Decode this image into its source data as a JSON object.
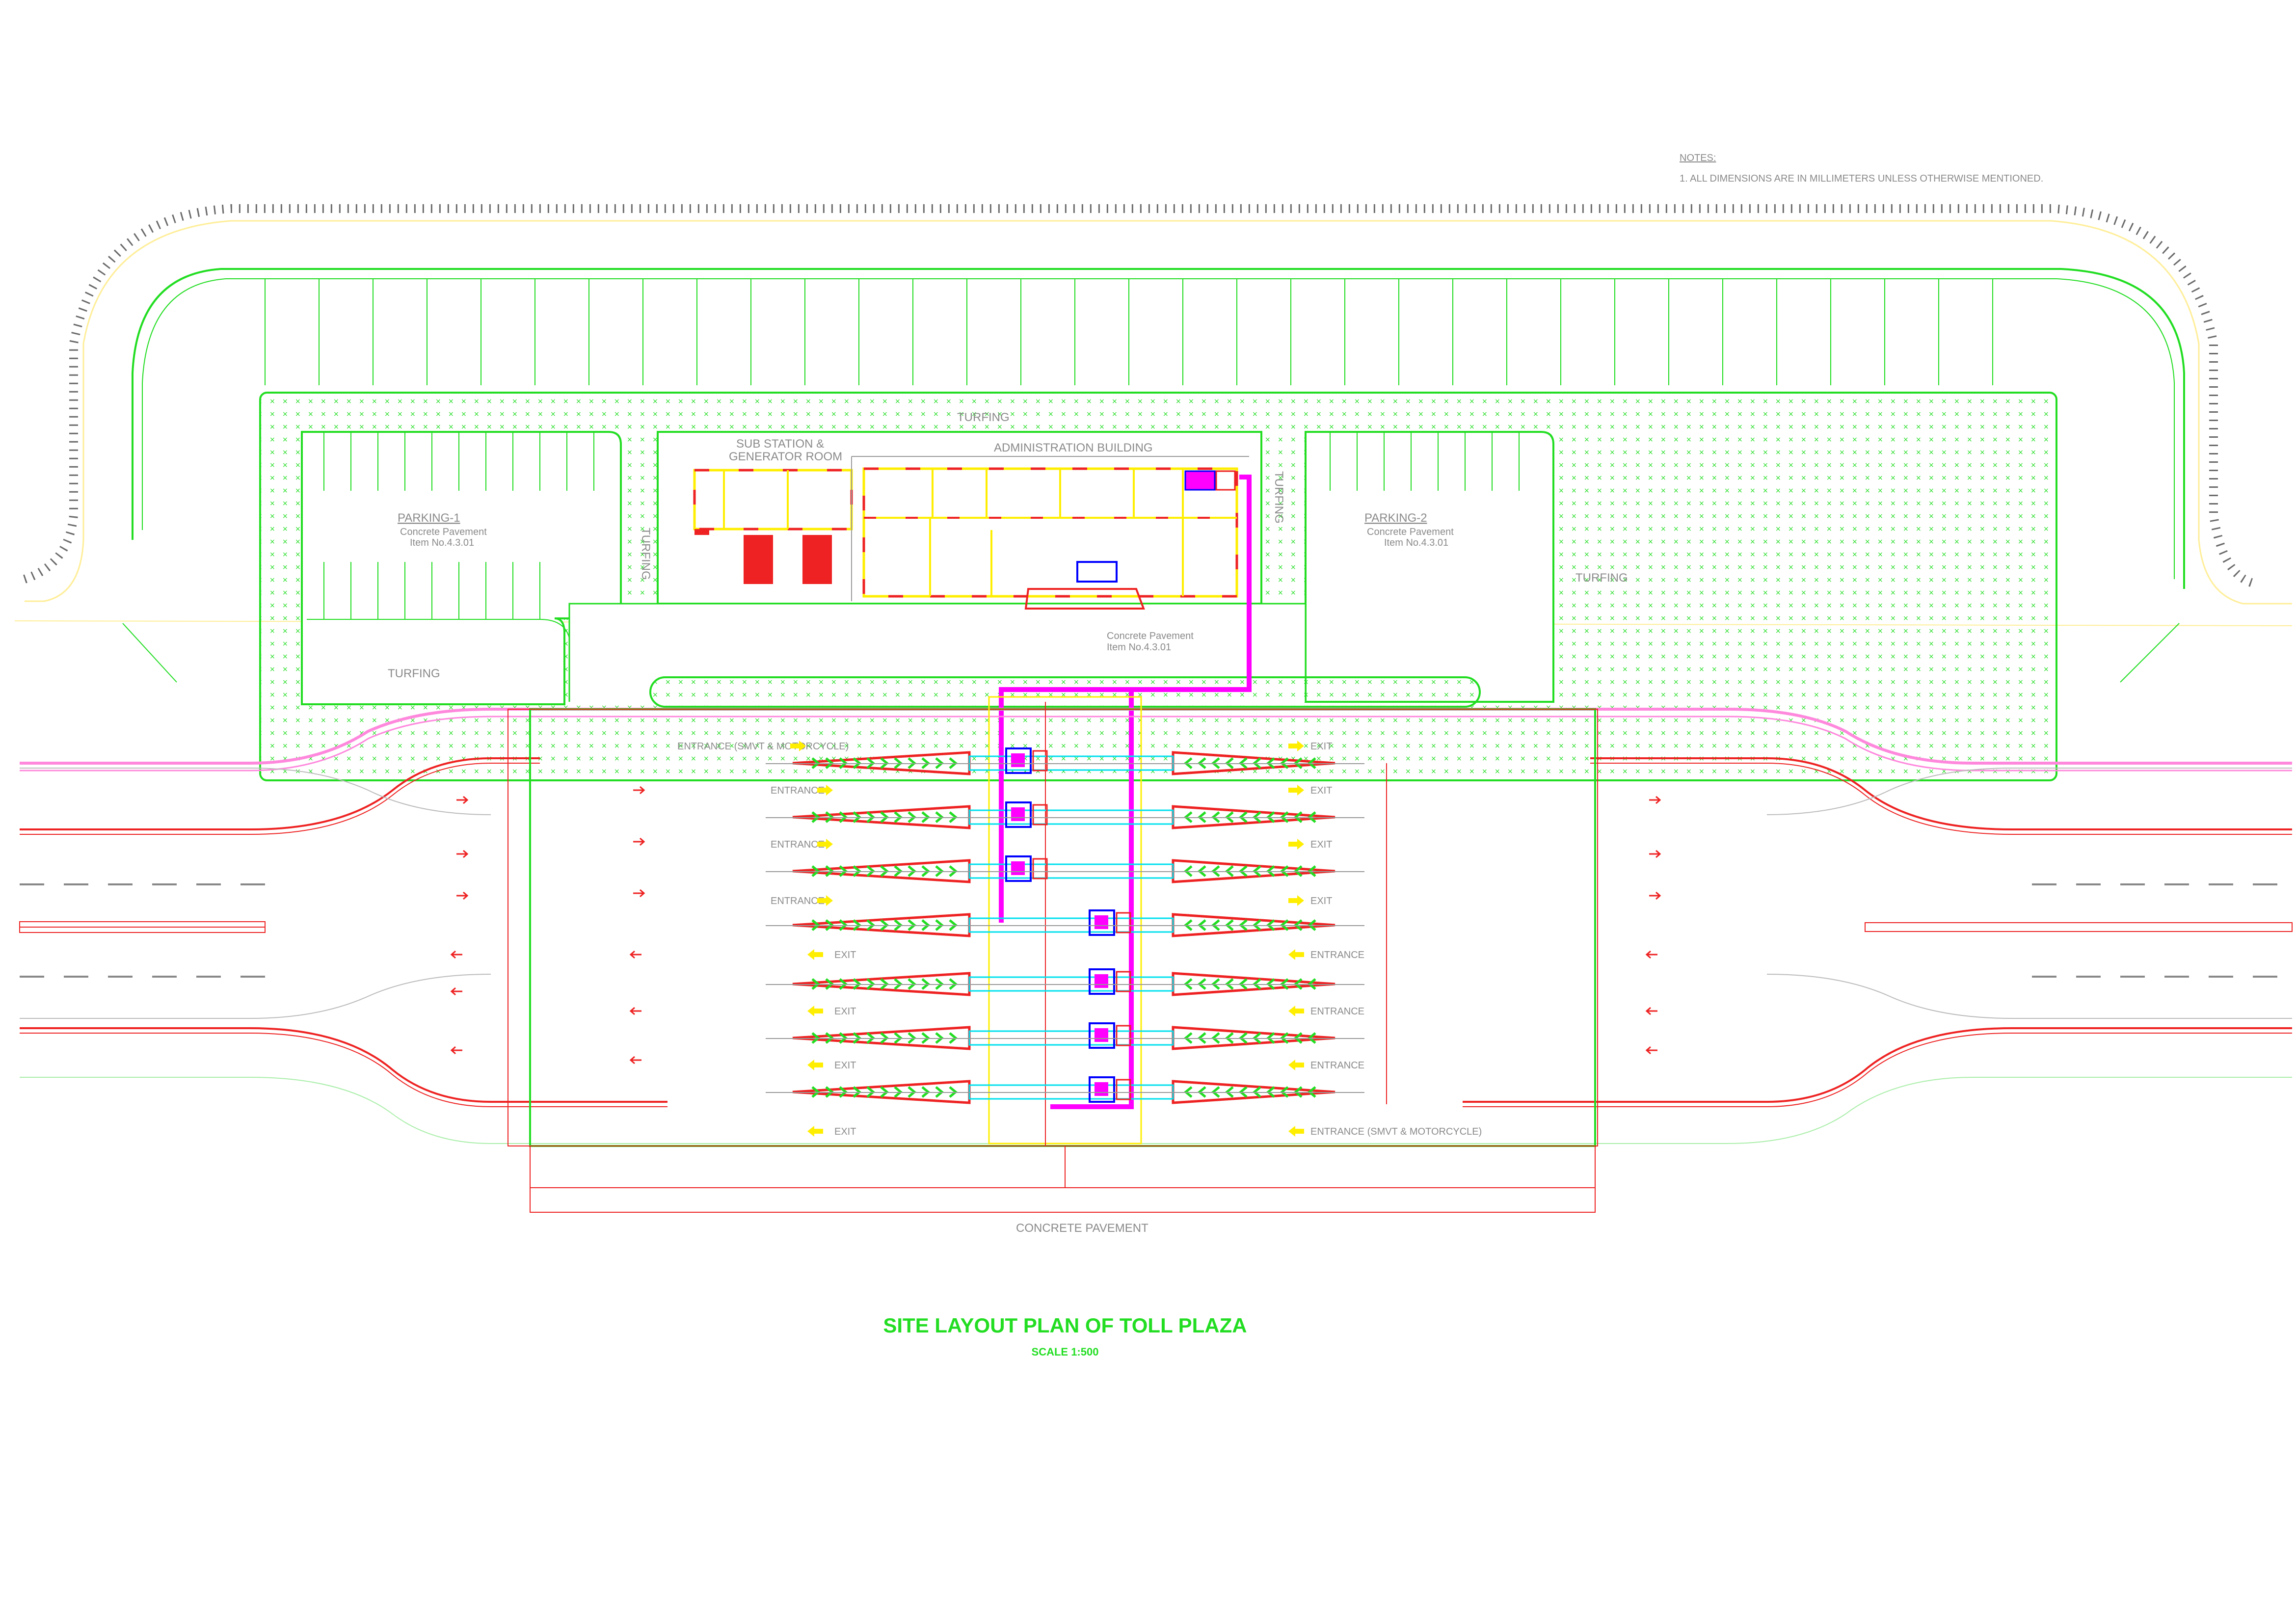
{
  "notes": {
    "heading": "NOTES:",
    "items": [
      "1.    ALL DIMENSIONS ARE IN MILLIMETERS UNLESS OTHERWISE MENTIONED."
    ]
  },
  "labels": {
    "turfing": "TURFING",
    "substation": [
      "SUB STATION &",
      "GENERATOR ROOM"
    ],
    "admin_building": "ADMINISTRATION BUILDING",
    "parking1": "PARKING-1",
    "parking2": "PARKING-2",
    "concrete_pavement": "Concrete Pavement",
    "item_no": "Item No.4.3.01",
    "entrance": "ENTRANCE",
    "exit": "EXIT",
    "entrance_smvt": "ENTRANCE (SMVT & MOTORCYCLE)",
    "concrete_pavement_caps": "CONCRETE PAVEMENT"
  },
  "title": {
    "main": "SITE LAYOUT PLAN OF TOLL PLAZA",
    "scale": "SCALE 1:500"
  },
  "colors": {
    "green": "#22dd22",
    "red": "#ee2222",
    "magenta": "#ff00ff",
    "yellow": "#ffee00",
    "cyan": "#00e0ee",
    "pink": "#ff88dd",
    "grey": "#9a9a9a",
    "title": "#22dd22"
  },
  "lanes": [
    {
      "left": "ENTRANCE (SMVT & MOTORCYCLE)",
      "right": "EXIT"
    },
    {
      "left": "ENTRANCE",
      "right": "EXIT"
    },
    {
      "left": "ENTRANCE",
      "right": "EXIT"
    },
    {
      "left": "ENTRANCE",
      "right": "EXIT"
    },
    {
      "left": "EXIT",
      "right": "ENTRANCE"
    },
    {
      "left": "EXIT",
      "right": "ENTRANCE"
    },
    {
      "left": "EXIT",
      "right": "ENTRANCE"
    },
    {
      "left": "EXIT",
      "right": "ENTRANCE (SMVT & MOTORCYCLE)"
    }
  ]
}
